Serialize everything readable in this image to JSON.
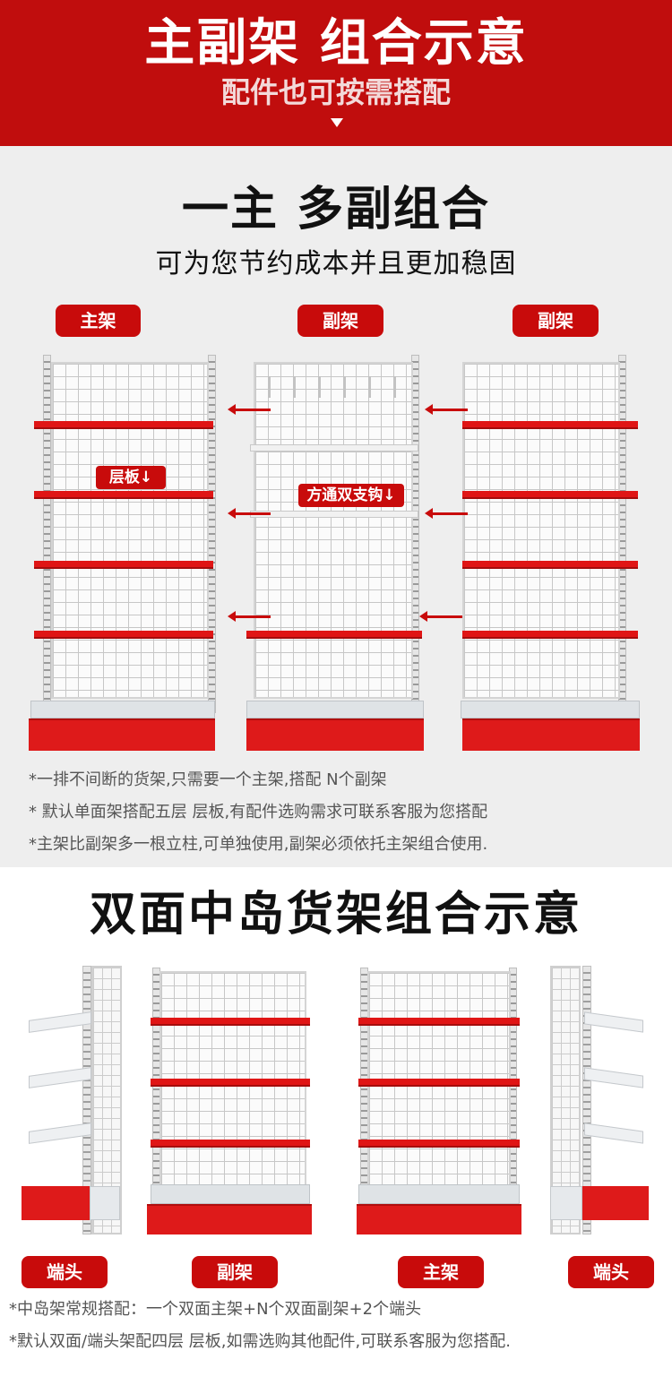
{
  "header": {
    "title": "主副架 组合示意",
    "subtitle": "配件也可按需搭配"
  },
  "section1": {
    "heading": "一主 多副组合",
    "subheading": "可为您节约成本并且更加稳固",
    "labels": {
      "main": "主架",
      "sub1": "副架",
      "sub2": "副架"
    },
    "tags": {
      "board": "层板↓",
      "hook": "方通双支钩↓"
    },
    "notes": [
      "*一排不间断的货架,只需要一个主架,搭配 N个副架",
      "* 默认单面架搭配五层 层板,有配件选购需求可联系客服为您搭配",
      "*主架比副架多一根立柱,可单独使用,副架必须依托主架组合使用."
    ]
  },
  "section2": {
    "heading": "双面中岛货架组合示意",
    "labels": {
      "end1": "端头",
      "sub": "副架",
      "main": "主架",
      "end2": "端头"
    },
    "notes": [
      "*中岛架常规搭配：一个双面主架+N个双面副架+2个端头",
      "*默认双面/端头架配四层 层板,如需选购其他配件,可联系客服为您搭配."
    ]
  },
  "colors": {
    "brand_red": "#c80b0b",
    "shelf_red": "#e01515",
    "section_bg": "#eeeeee"
  }
}
